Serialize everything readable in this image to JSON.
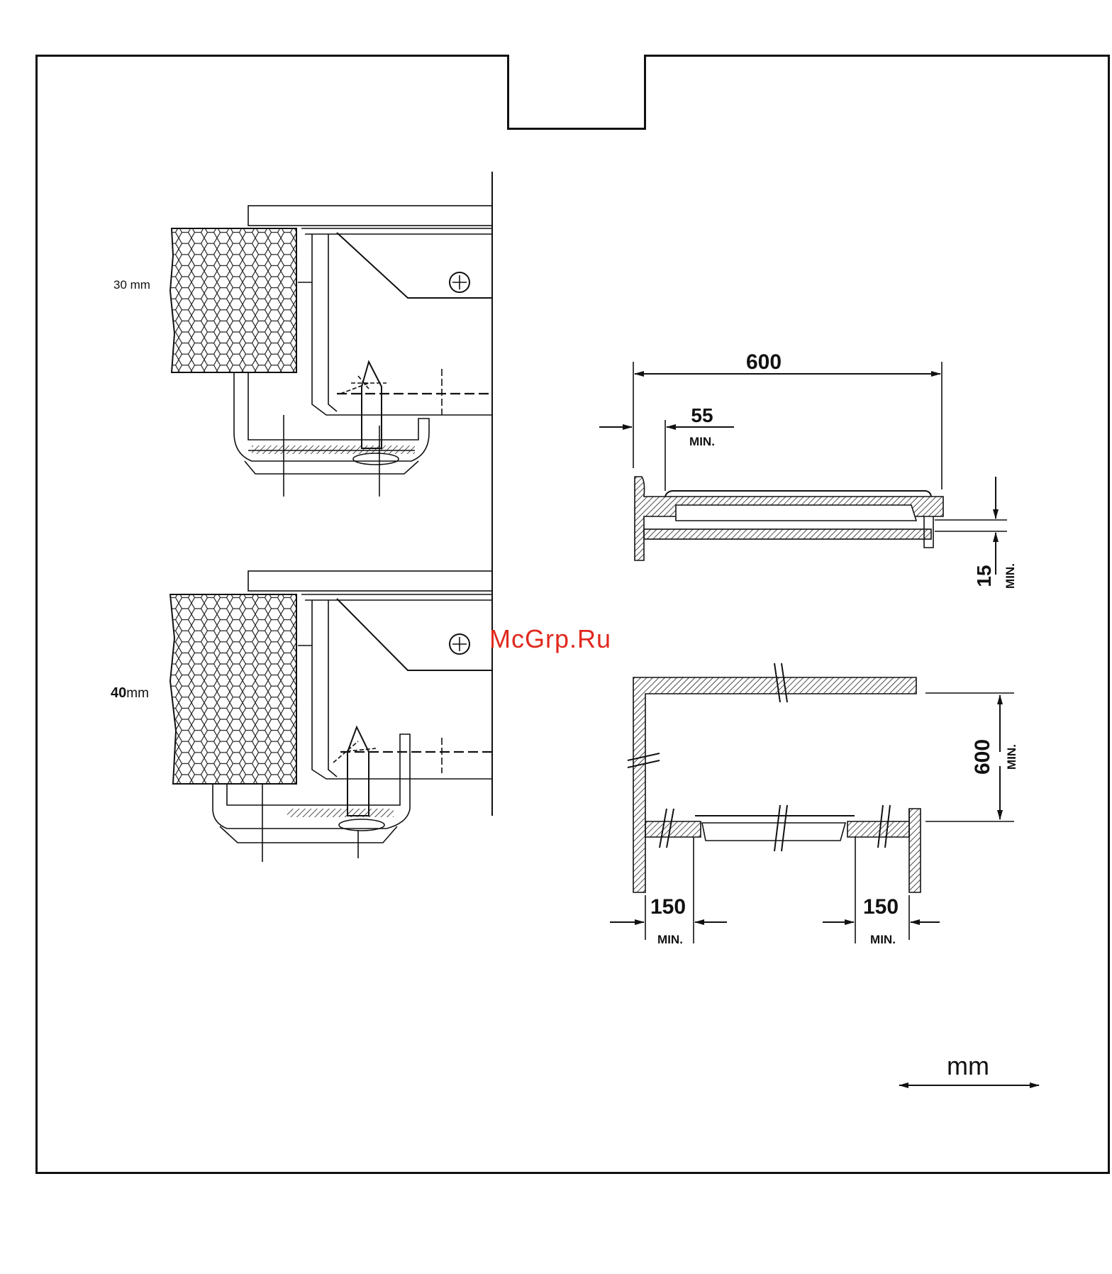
{
  "left_figures": {
    "worktop_30": {
      "label": "30 mm"
    },
    "worktop_40": {
      "value": "40",
      "unit": "mm"
    }
  },
  "right_figures": {
    "top_diagram": {
      "width": "600",
      "side_clearance": "55",
      "side_clearance_note": "MIN.",
      "depth_clearance": "15",
      "depth_clearance_note": "MIN."
    },
    "bottom_diagram": {
      "height_clearance": "600",
      "height_clearance_note": "MIN.",
      "left_clearance": "150",
      "left_clearance_note": "MIN.",
      "right_clearance": "150",
      "right_clearance_note": "MIN."
    }
  },
  "unit_legend": {
    "label": "mm"
  },
  "watermark": {
    "text": "McGrp.Ru",
    "color": "#e0281e"
  }
}
